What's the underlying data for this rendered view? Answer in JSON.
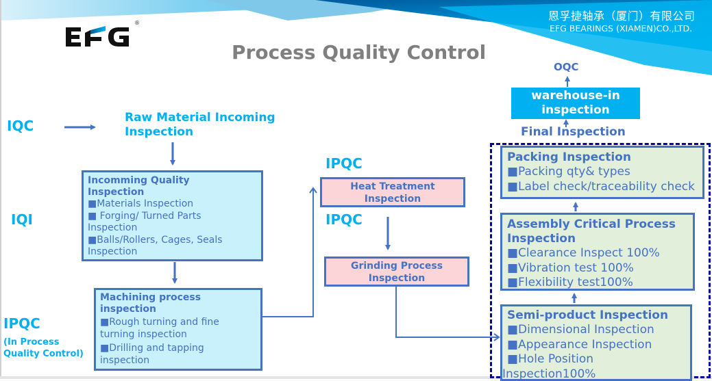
{
  "header": {
    "company_cn": "恩孚捷轴承（厦门）有限公司",
    "company_en": "EFG BEARINGS (XIAMEN)CO.,LTD.",
    "logo_text": "EFG",
    "logo_mark": "®",
    "title": "Process Quality Control"
  },
  "colors": {
    "stage_label": "#00b0f0",
    "box_border": "#4472c4",
    "box_cyan": "#c9f1fc",
    "box_pink": "#fcd5d8",
    "box_green": "#e2efda",
    "dashed_border": "#0000a0",
    "title": "#7f7f7f"
  },
  "stages": {
    "iqc": "IQC",
    "iqi": "IQI",
    "ipqc_main": "IPQC",
    "ipqc_sub_1": "(In Process",
    "ipqc_sub_2": "Quality Control)",
    "ipqc_heat": "IPQC",
    "ipqc_grind": "IPQC",
    "oqc": "OQC",
    "final_inspection": "Final Inspection"
  },
  "raw_material": {
    "line1": "Raw Material Incoming",
    "line2": "Inspection"
  },
  "boxes": {
    "incoming": {
      "title1": "Incomming Quality",
      "title2": "Inspection",
      "items": [
        "■Materials Inspection",
        "■ Forging/ Turned Parts",
        "Inspection",
        "■Balls/Rollers, Cages, Seals",
        "Inspection"
      ]
    },
    "machining": {
      "title1": "Machining process",
      "title2": "inspection",
      "items": [
        "■Rough turning and fine",
        "turning inspection",
        "■Drilling and tapping",
        "inspection"
      ]
    },
    "heat": {
      "line1": "Heat Treatment",
      "line2": "Inspection"
    },
    "grinding": {
      "line1": "Grinding Process",
      "line2": "Inspection"
    },
    "warehouse": {
      "line1": "warehouse-in",
      "line2": "inspection"
    },
    "packing": {
      "title1": "Packing Inspection",
      "items": [
        "■Packing qty& types",
        "■Label check/traceability check"
      ]
    },
    "assembly": {
      "title1": "Assembly Critical Process",
      "title2": "Inspection",
      "items": [
        "■Clearance Inspect 100%",
        "■Vibration test 100%",
        "■Flexibility test100%"
      ]
    },
    "semi": {
      "title1": "Semi-product Inspection",
      "items": [
        "■Dimensional Inspection",
        "■Appearance Inspection",
        "■Hole Position",
        "Inspection100%"
      ]
    }
  }
}
